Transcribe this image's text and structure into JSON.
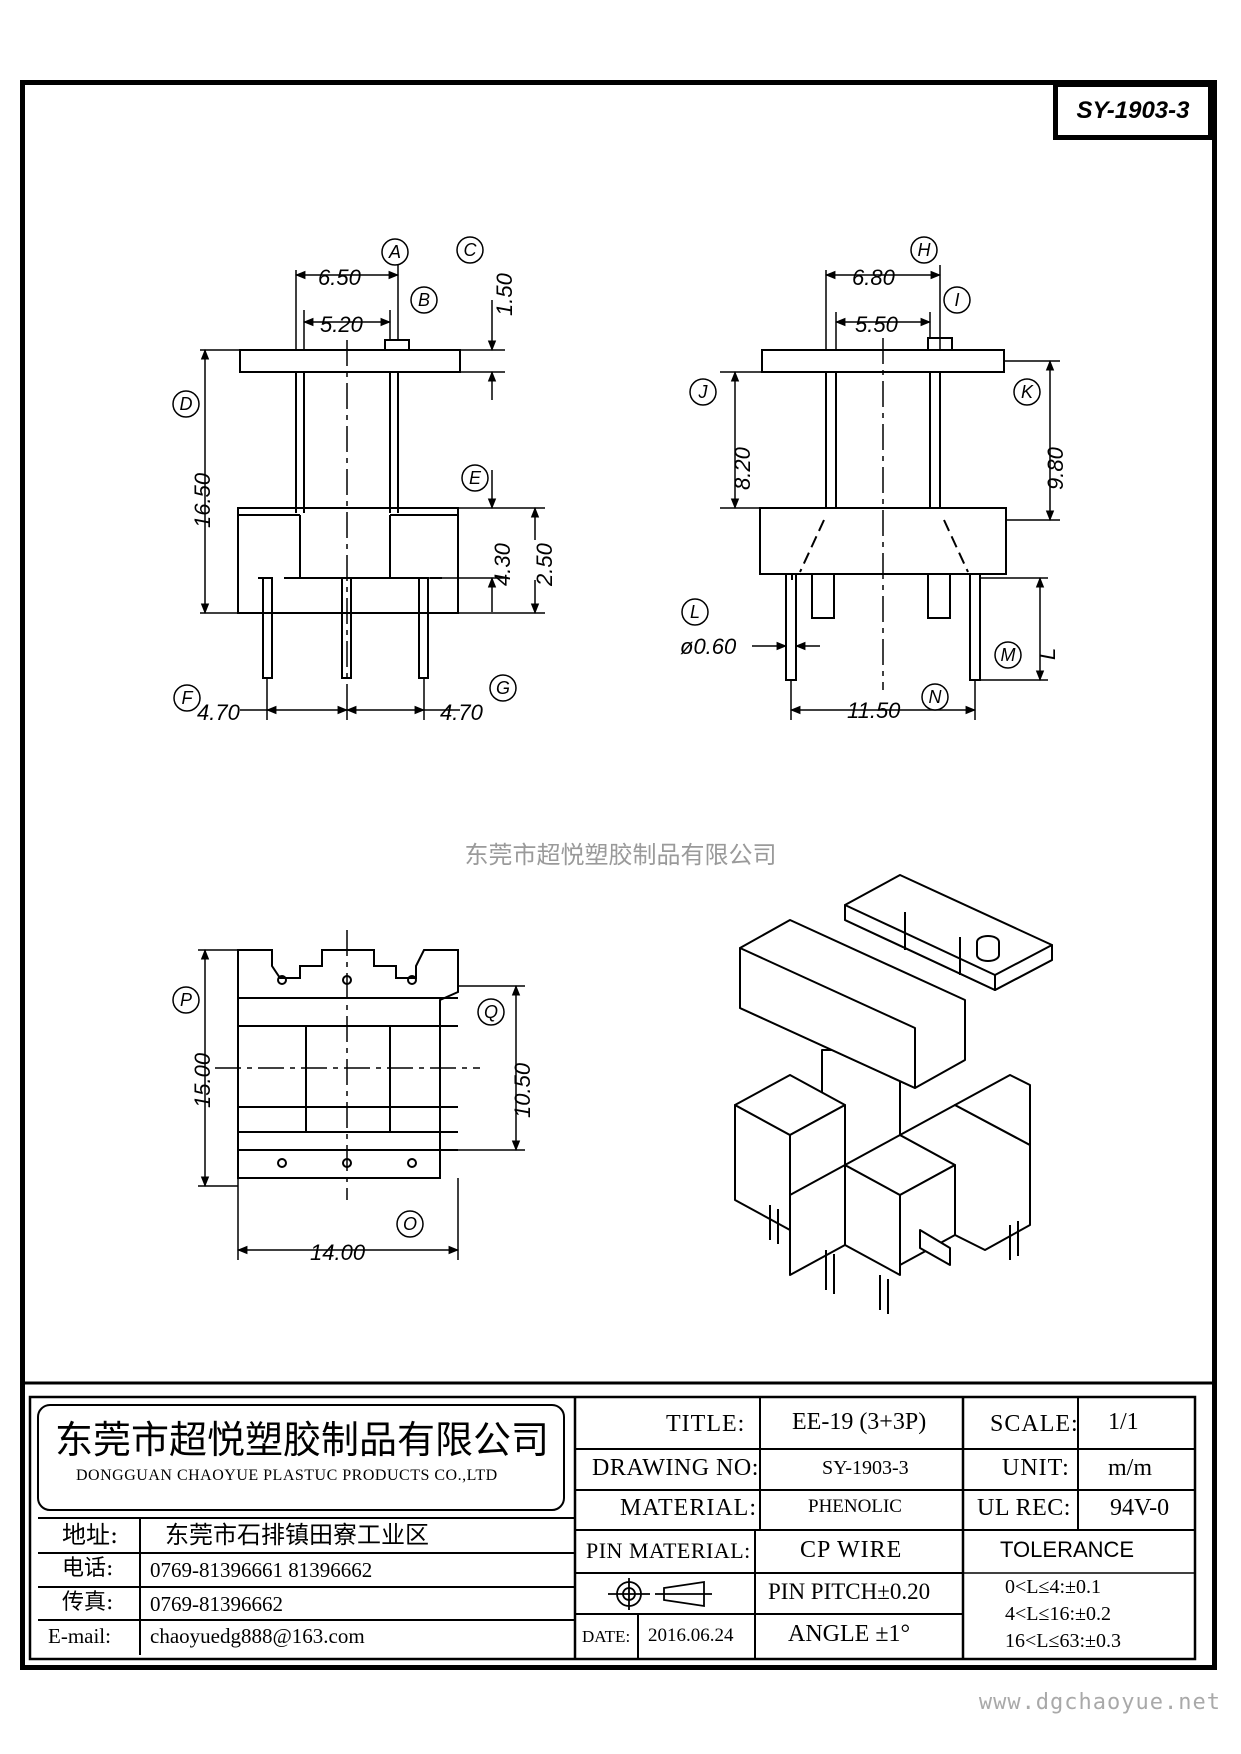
{
  "part_number": "SY-1903-3",
  "watermark": "东莞市超悦塑胶制品有限公司",
  "website": "www.dgchaoyue.net",
  "dimensions": {
    "front": {
      "d650": "6.50",
      "d520": "5.20",
      "d150": "1.50",
      "d1650": "16.50",
      "d430": "4.30",
      "d250": "2.50",
      "d470_left": "4.70",
      "d470_right": "4.70"
    },
    "side": {
      "d680": "6.80",
      "d550": "5.50",
      "d820": "8.20",
      "d980": "9.80",
      "d060": "ø0.60",
      "d1150": "11.50",
      "L": "L"
    },
    "bottom": {
      "d1500": "15.00",
      "d1050": "10.50",
      "d1400": "14.00"
    }
  },
  "callouts": [
    "A",
    "B",
    "C",
    "D",
    "E",
    "F",
    "G",
    "H",
    "I",
    "J",
    "K",
    "L",
    "M",
    "N",
    "O",
    "P",
    "Q"
  ],
  "title_block": {
    "company_cn": "东莞市超悦塑胶制品有限公司",
    "company_en": "DONGGUAN CHAOYUE PLASTUC PRODUCTS CO.,LTD",
    "address_label": "地址:",
    "address": "东莞市石排镇田寮工业区",
    "phone_label": "电话:",
    "phone": "0769-81396661   81396662",
    "fax_label": "传真:",
    "fax": "0769-81396662",
    "email_label": "E-mail:",
    "email": "chaoyuedg888@163.com",
    "title_label": "TITLE:",
    "title": "EE-19 (3+3P)",
    "drawing_no_label": "DRAWING NO:",
    "drawing_no": "SY-1903-3",
    "material_label": "MATERIAL:",
    "material": "PHENOLIC",
    "pin_material_label": "PIN MATERIAL:",
    "pin_material": "CP WIRE",
    "pin_pitch": "PIN PITCH±0.20",
    "date_label": "DATE:",
    "date": "2016.06.24",
    "angle": "ANGLE  ±1°",
    "scale_label": "SCALE:",
    "scale": "1/1",
    "unit_label": "UNIT:",
    "unit": "m/m",
    "ul_label": "UL REC:",
    "ul": "94V-0",
    "tolerance_label": "TOLERANCE",
    "tol1": "0<L≤4:±0.1",
    "tol2": "4<L≤16:±0.2",
    "tol3": "16<L≤63:±0.3"
  }
}
